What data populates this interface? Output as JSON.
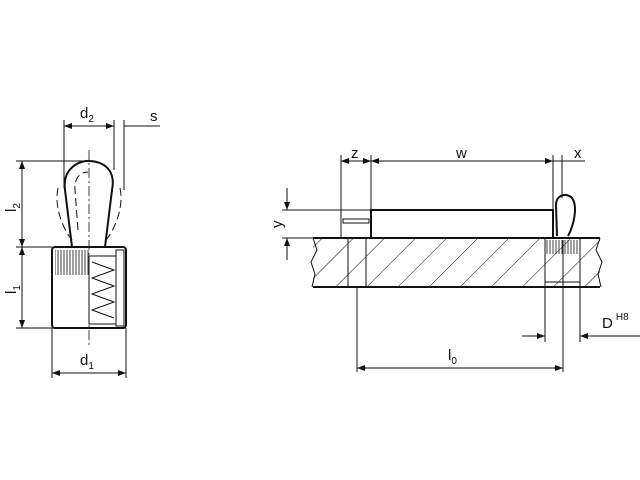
{
  "title": "Indexing plunger dimensional drawing",
  "labels": {
    "d2": {
      "main": "d",
      "sub": "2"
    },
    "s": "s",
    "l2": {
      "main": "l",
      "sub": "2"
    },
    "l1": {
      "main": "l",
      "sub": "1"
    },
    "d1": {
      "main": "d",
      "sub": "1"
    },
    "z": "z",
    "w": "w",
    "x": "x",
    "y": "y",
    "l0": {
      "main": "l",
      "sub": "0"
    },
    "D": {
      "main": "D",
      "sup": "H8"
    }
  }
}
